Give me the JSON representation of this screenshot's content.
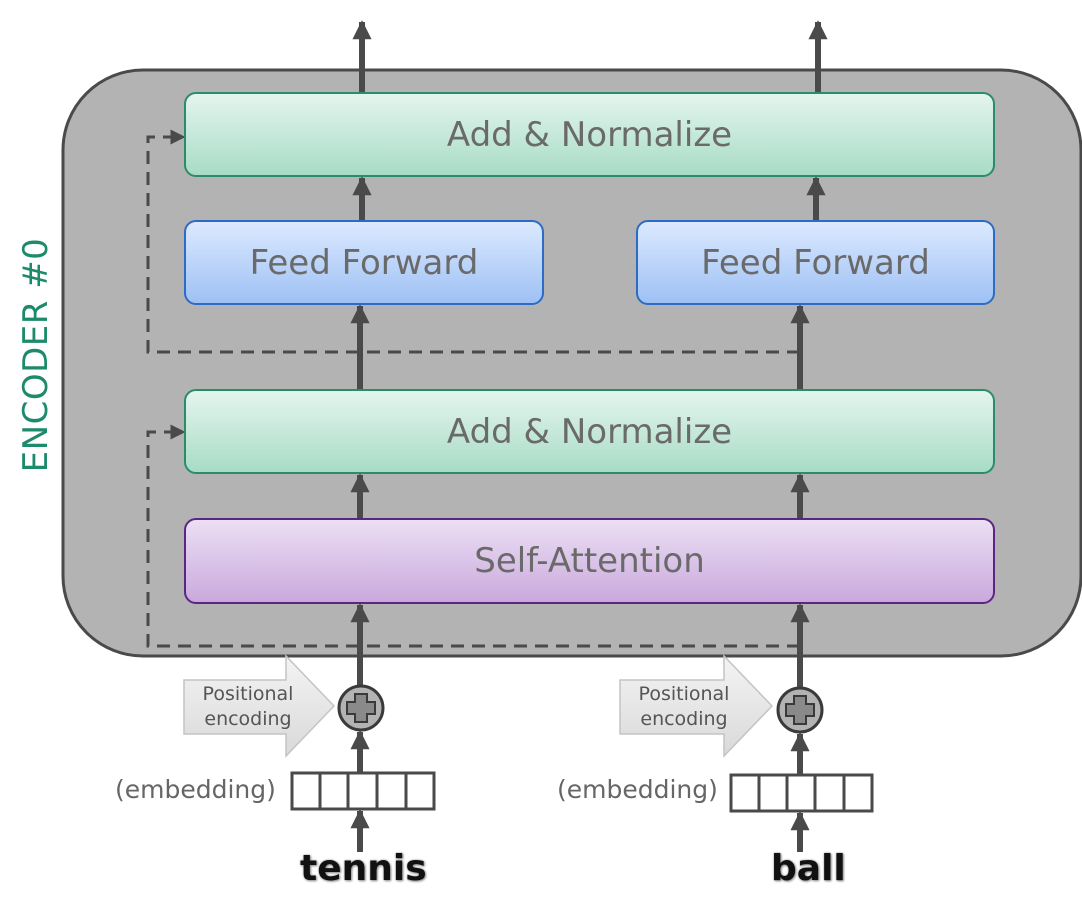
{
  "encoder": {
    "label": "ENCODER #0",
    "add_normalize_top": "Add & Normalize",
    "feed_forward_left": "Feed Forward",
    "feed_forward_right": "Feed Forward",
    "add_normalize_bottom": "Add & Normalize",
    "self_attention": "Self-Attention"
  },
  "inputs": [
    {
      "word": "tennis",
      "embedding_label": "(embedding)",
      "positional_line1": "Positional",
      "positional_line2": "encoding",
      "embedding_cells": 5
    },
    {
      "word": "ball",
      "embedding_label": "(embedding)",
      "positional_line1": "Positional",
      "positional_line2": "encoding",
      "embedding_cells": 5
    }
  ],
  "colors": {
    "encoder_bg": "#b3b3b3",
    "add_normalize": "#a8dcc6",
    "feed_forward": "#9ec1f4",
    "self_attention": "#c9a9dd",
    "label": "#1d8a6c",
    "arrow": "#4a4a4a"
  }
}
